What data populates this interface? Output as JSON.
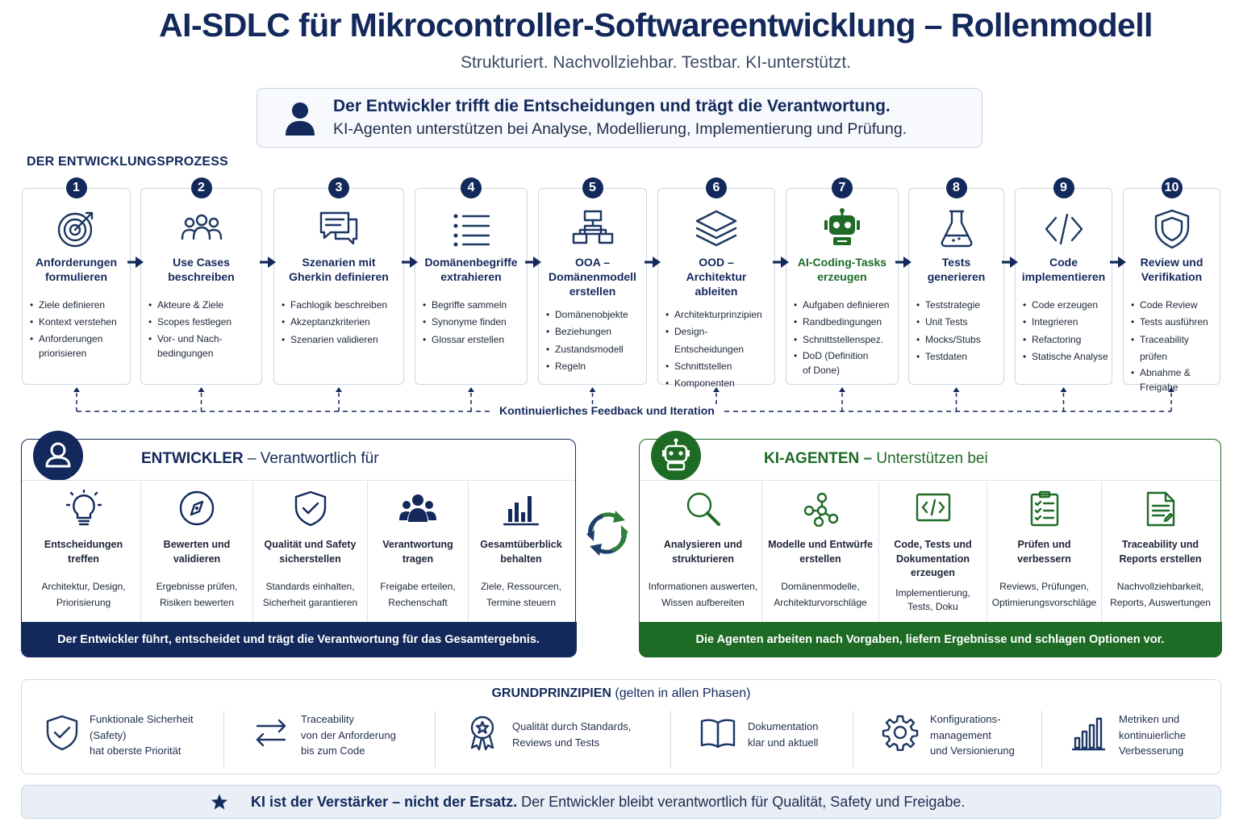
{
  "title": "AI-SDLC für Mikrocontroller-Softwareentwicklung – Rollenmodell",
  "subtitle": "Strukturiert. Nachvollziehbar. Testbar. KI-unterstützt.",
  "banner": {
    "line1": "Der Entwickler trifft die Entscheidungen und trägt die Verantwortung.",
    "line2": "KI-Agenten unterstützen bei Analyse, Modellierung, Implementierung und Prüfung.",
    "icon": "person-icon"
  },
  "process": {
    "heading": "DER ENTWICKLUNGSPROZESS",
    "steps": [
      {
        "num": "1",
        "icon": "target-icon",
        "title": [
          "Anforderungen",
          "formulieren"
        ],
        "bullets": [
          "Ziele definieren",
          "Kontext verstehen",
          "Anforderungen\npriorisieren"
        ]
      },
      {
        "num": "2",
        "icon": "users-icon",
        "title": [
          "Use Cases",
          "beschreiben"
        ],
        "bullets": [
          "Akteure & Ziele",
          "Scopes festlegen",
          "Vor- und Nach-\nbedingungen"
        ]
      },
      {
        "num": "3",
        "icon": "chat-icon",
        "title": [
          "Szenarien mit",
          "Gherkin definieren"
        ],
        "bullets": [
          "Fachlogik beschreiben",
          "Akzeptanzkriterien",
          "Szenarien validieren"
        ]
      },
      {
        "num": "4",
        "icon": "list-icon",
        "title": [
          "Domänenbegriffe",
          "extrahieren"
        ],
        "bullets": [
          "Begriffe sammeln",
          "Synonyme finden",
          "Glossar erstellen"
        ]
      },
      {
        "num": "5",
        "icon": "hierarchy-icon",
        "title": [
          "OOA –",
          "Domänenmodell",
          "erstellen"
        ],
        "bullets": [
          "Domänenobjekte",
          "Beziehungen",
          "Zustandsmodell",
          "Regeln"
        ]
      },
      {
        "num": "6",
        "icon": "layers-icon",
        "title": [
          "OOD –",
          "Architektur",
          "ableiten"
        ],
        "bullets": [
          "Architekturprinzipien",
          "Design-Entscheidungen",
          "Schnittstellen",
          "Komponenten"
        ]
      },
      {
        "num": "7",
        "icon": "robot-icon",
        "title": [
          "AI-Coding-Tasks",
          "erzeugen"
        ],
        "bullets": [
          "Aufgaben definieren",
          "Randbedingungen",
          "Schnittstellenspez.",
          "DoD (Definition\nof Done)"
        ]
      },
      {
        "num": "8",
        "icon": "flask-icon",
        "title": [
          "Tests",
          "generieren"
        ],
        "bullets": [
          "Teststrategie",
          "Unit Tests",
          "Mocks/Stubs",
          "Testdaten"
        ]
      },
      {
        "num": "9",
        "icon": "code-icon",
        "title": [
          "Code",
          "implementieren"
        ],
        "bullets": [
          "Code erzeugen",
          "Integrieren",
          "Refactoring",
          "Statische Analyse"
        ]
      },
      {
        "num": "10",
        "icon": "shield-icon",
        "title": [
          "Review und",
          "Verifikation"
        ],
        "bullets": [
          "Code Review",
          "Tests ausführen",
          "Traceability prüfen",
          "Abnahme &\nFreigabe"
        ]
      }
    ],
    "feedback_label": "Kontinuierliches Feedback und Iteration"
  },
  "developer": {
    "title_bold": "ENTWICKLER",
    "title_rest": " – Verantwortlich für",
    "items": [
      {
        "icon": "lightbulb-icon",
        "title": "Entscheidungen\ntreffen",
        "desc": "Architektur, Design,\nPriorisierung"
      },
      {
        "icon": "compass-icon",
        "title": "Bewerten und\nvalidieren",
        "desc": "Ergebnisse prüfen,\nRisiken bewerten"
      },
      {
        "icon": "shield-check-icon",
        "title": "Qualität und Safety\nsicherstellen",
        "desc": "Standards einhalten,\nSicherheit garantieren"
      },
      {
        "icon": "team-icon",
        "title": "Verantwortung\ntragen",
        "desc": "Freigabe erteilen,\nRechenschaft"
      },
      {
        "icon": "bar-chart-icon",
        "title": "Gesamtüberblick\nbehalten",
        "desc": "Ziele, Ressourcen,\nTermine steuern"
      }
    ],
    "footer": "Der Entwickler führt, entscheidet und trägt die Verantwortung für das Gesamtergebnis."
  },
  "ai_agents": {
    "title_bold": "KI-AGENTEN –",
    "title_rest": " Unterstützen bei",
    "items": [
      {
        "icon": "search-icon",
        "title": "Analysieren und\nstrukturieren",
        "desc": "Informationen auswerten,\nWissen aufbereiten"
      },
      {
        "icon": "network-icon",
        "title": "Modelle und Entwürfe\nerstellen",
        "desc": "Domänenmodelle,\nArchitekturvorschläge"
      },
      {
        "icon": "code-window-icon",
        "title": "Code, Tests und\nDokumentation\nerzeugen",
        "desc": "Implementierung,\nTests, Doku"
      },
      {
        "icon": "checklist-icon",
        "title": "Prüfen und\nverbessern",
        "desc": "Reviews, Prüfungen,\nOptimierungsvorschläge"
      },
      {
        "icon": "report-icon",
        "title": "Traceability und\nReports erstellen",
        "desc": "Nachvollziehbarkeit,\nReports, Auswertungen"
      }
    ],
    "footer": "Die Agenten arbeiten nach Vorgaben, liefern Ergebnisse und schlagen Optionen vor."
  },
  "cycle_icon": "cycle-arrows-icon",
  "principles": {
    "heading_bold": "GRUNDPRINZIPIEN",
    "heading_rest": " (gelten in allen Phasen)",
    "items": [
      {
        "icon": "shield-check-icon",
        "text": "Funktionale Sicherheit\n(Safety)\nhat oberste Priorität"
      },
      {
        "icon": "swap-arrows-icon",
        "text": "Traceability\nvon der Anforderung\nbis zum Code"
      },
      {
        "icon": "award-icon",
        "text": "Qualität durch Standards,\nReviews und Tests"
      },
      {
        "icon": "book-icon",
        "text": "Dokumentation\nklar und aktuell"
      },
      {
        "icon": "gear-icon",
        "text": "Konfigurations-\nmanagement\nund Versionierung"
      },
      {
        "icon": "metrics-icon",
        "text": "Metriken und\nkontinuierliche\nVerbesserung"
      }
    ]
  },
  "bottom": {
    "bold": "KI ist der Verstärker – nicht der Ersatz.",
    "rest": " Der Entwickler bleibt verantwortlich für Qualität, Safety und Freigabe.",
    "icon": "star-icon"
  },
  "colors": {
    "navy": "#13295b",
    "green": "#1d6b25",
    "border": "#cfd5e1"
  }
}
